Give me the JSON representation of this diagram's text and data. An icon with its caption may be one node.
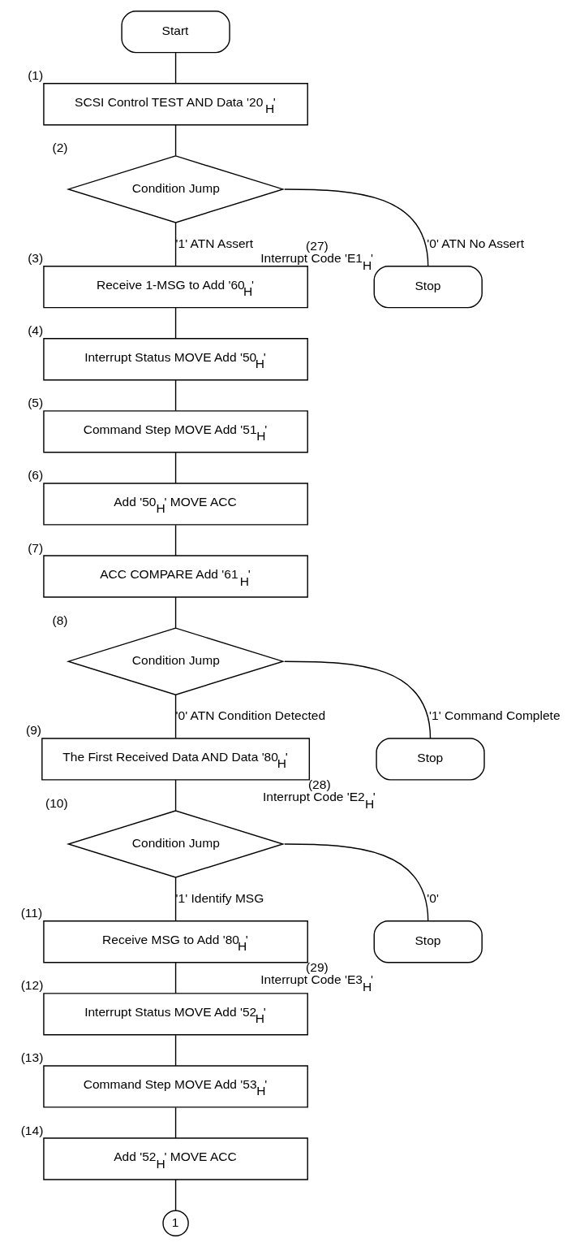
{
  "diagram": {
    "nodes": [
      {
        "text": [
          "Start"
        ]
      },
      {
        "text": [
          "SCSI Control TEST AND Data '20$_{H}$'"
        ],
        "beside": [
          "(1)"
        ]
      },
      {
        "text": [
          "Condition Jump"
        ],
        "beside": [
          "(2)"
        ]
      },
      {
        "text": [
          "Receive 1-MSG to Add '60$_{H}$'"
        ],
        "beside": [
          "(3)"
        ]
      },
      {
        "text": [
          "Stop"
        ],
        "beside": [
          "(27)",
          "Interrupt Code 'E1$_{H}$'"
        ]
      },
      {
        "text": [
          "Interrupt Status MOVE Add '50$_{H}$'"
        ],
        "beside": [
          "(4)"
        ]
      },
      {
        "text": [
          "Command Step MOVE Add '51$_{H}$'"
        ],
        "beside": [
          "(5)"
        ]
      },
      {
        "text": [
          "Add '50$_{H}$' MOVE ACC"
        ],
        "beside": [
          "(6)"
        ]
      },
      {
        "text": [
          "ACC COMPARE Add '61$_{H}$'"
        ],
        "beside": [
          "(7)"
        ]
      },
      {
        "text": [
          "Condition Jump"
        ],
        "beside": [
          "(8)"
        ]
      },
      {
        "text": [
          "The First Received Data AND Data '80$_{H}$'"
        ],
        "beside": [
          "(9)"
        ]
      },
      {
        "text": [
          "Stop"
        ],
        "beside": [
          "(28)",
          "Interrupt Code 'E2$_{H}$'"
        ]
      },
      {
        "text": [
          "Condition Jump"
        ],
        "beside": [
          "(10)"
        ]
      },
      {
        "text": [
          "Receive MSG to Add '80$_{H}$'"
        ],
        "beside": [
          "(11)"
        ]
      },
      {
        "text": [
          "Stop"
        ],
        "beside": [
          "(29)",
          "Interrupt Code 'E3$_{H}$'"
        ]
      },
      {
        "text": [
          "Interrupt Status MOVE Add '52$_{H}$'"
        ],
        "beside": [
          "(12)"
        ]
      },
      {
        "text": [
          "Command Step MOVE Add '53$_{H}$'"
        ],
        "beside": [
          "(13)"
        ]
      },
      {
        "text": [
          "Add '52$_{H}$' MOVE ACC"
        ],
        "beside": [
          "(14)"
        ]
      },
      {
        "text": [
          "1"
        ]
      }
    ],
    "edges": [
      {
        "from": 0,
        "to": 1,
        "arrow": "none"
      },
      {
        "from": 1,
        "to": 2,
        "arrow": "none"
      },
      {
        "from": 2,
        "to": 3,
        "arrow": "none",
        "label": "'1' ATN Assert"
      },
      {
        "from": 2,
        "to": 4,
        "arrow": "none",
        "label": "'0' ATN No Assert"
      },
      {
        "from": 3,
        "to": 5,
        "arrow": "none"
      },
      {
        "from": 5,
        "to": 6,
        "arrow": "none"
      },
      {
        "from": 6,
        "to": 7,
        "arrow": "none"
      },
      {
        "from": 7,
        "to": 8,
        "arrow": "none"
      },
      {
        "from": 8,
        "to": 9,
        "arrow": "none"
      },
      {
        "from": 9,
        "to": 10,
        "arrow": "none",
        "label": "'0' ATN Condition Detected"
      },
      {
        "from": 9,
        "to": 11,
        "arrow": "none",
        "label": "'1' Command Complete"
      },
      {
        "from": 10,
        "to": 12,
        "arrow": "none"
      },
      {
        "from": 12,
        "to": 13,
        "arrow": "none",
        "label": "'1' Identify MSG"
      },
      {
        "from": 12,
        "to": 14,
        "arrow": "none",
        "label": "'0'"
      },
      {
        "from": 13,
        "to": 15,
        "arrow": "none"
      },
      {
        "from": 15,
        "to": 16,
        "arrow": "none"
      },
      {
        "from": 16,
        "to": 17,
        "arrow": "none"
      },
      {
        "from": 17,
        "to": 18,
        "arrow": "none"
      }
    ]
  }
}
